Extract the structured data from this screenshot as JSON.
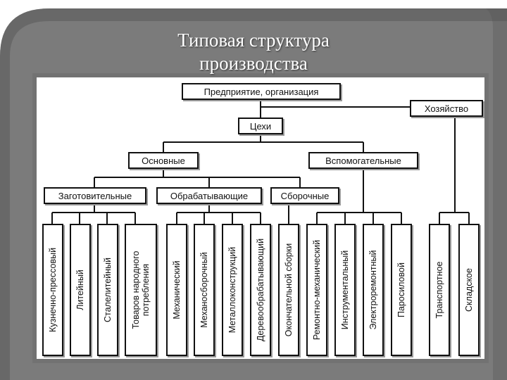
{
  "slide": {
    "title_line1": "Типовая структура",
    "title_line2": "производства"
  },
  "diagram": {
    "root": "Предприятие, организация",
    "household": "Хозяйство",
    "shops": "Цехи",
    "main": "Основные",
    "auxiliary": "Вспомогательные",
    "procurement": "Заготовительные",
    "processing": "Обрабатывающие",
    "assembly": "Сборочные",
    "shops_list": [
      "Кузнечно-прессовый",
      "Литейный",
      "Сталелитейный",
      "Товаров народного\nпотребления",
      "Механический",
      "Механосборочный",
      "Металлоконструкций",
      "Деревообрабатывающий",
      "Окончательной сборки",
      "Ремонтно-механический",
      "Инструментальный",
      "Электроремонтный",
      "Паросиловой",
      "Транспортное",
      "Складское"
    ]
  },
  "colors": {
    "frame": "#7b7b7b",
    "frame_band": "#505050",
    "node_border": "#111111",
    "node_shadow": "#9a9a9a"
  }
}
